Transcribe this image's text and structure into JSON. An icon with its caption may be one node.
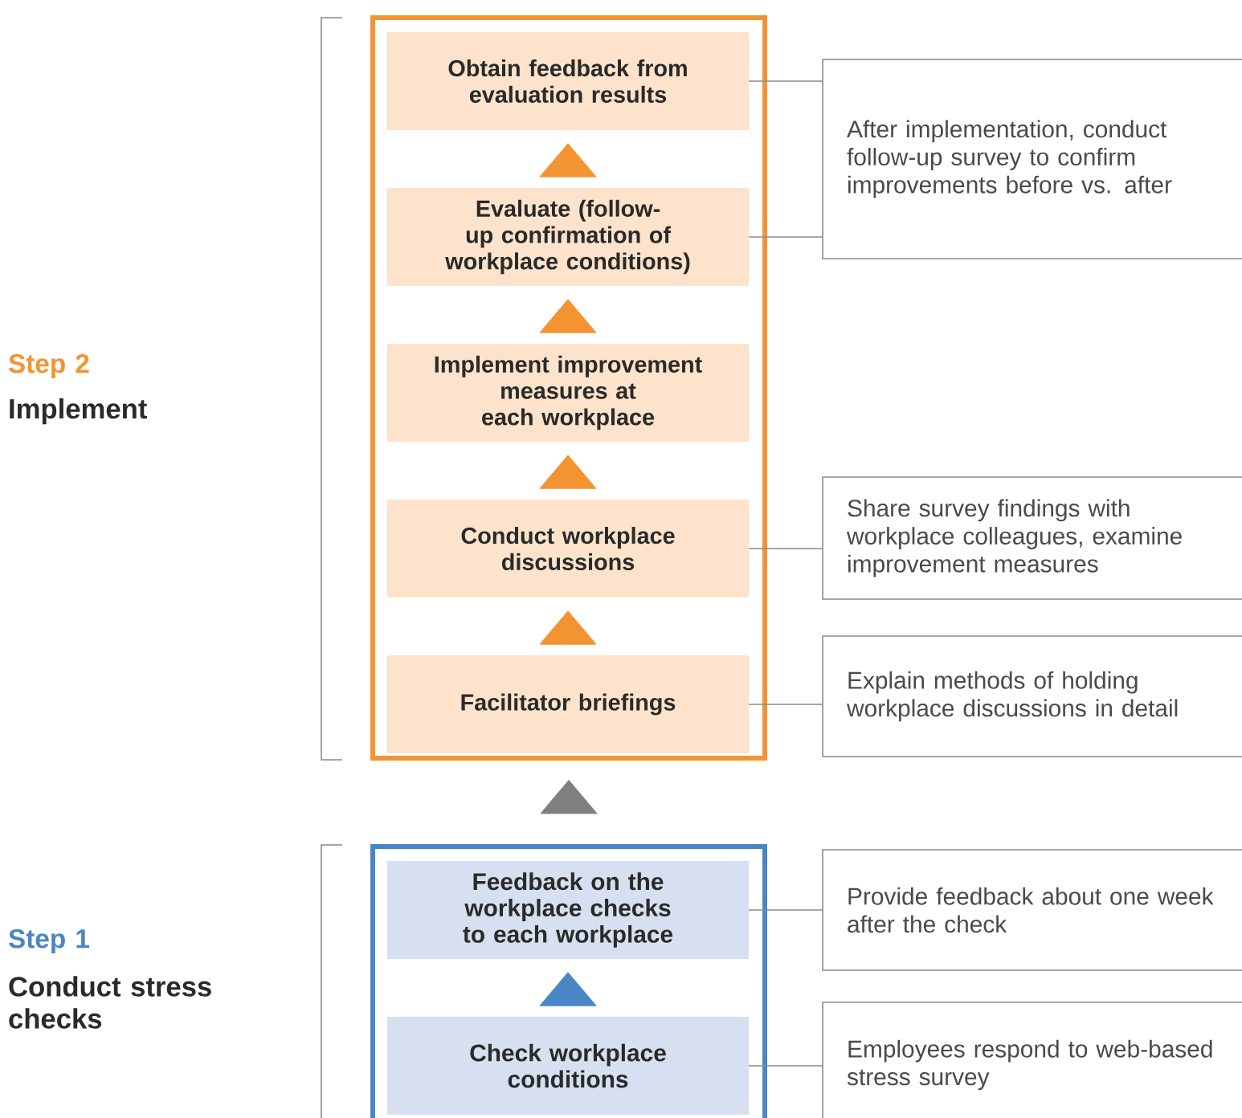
{
  "diagram": {
    "nodes": [
      {
        "text": [],
        "shape": "box"
      },
      {
        "text": [
          "Obtain feedback from evaluation results"
        ],
        "in": 0
      },
      {
        "text": [
          "Evaluate (follow-up confirmation of workplace conditions)"
        ],
        "in": 0
      },
      {
        "text": [
          "Implement improvement measures at each workplace"
        ],
        "in": 0
      },
      {
        "text": [
          "Conduct workplace discussions"
        ],
        "in": 0
      },
      {
        "text": [
          "Facilitator briefings"
        ],
        "in": 0
      },
      {
        "text": [],
        "shape": "box"
      },
      {
        "text": [
          "Feedback on the workplace checks to each workplace"
        ],
        "in": 6
      },
      {
        "text": [
          "Check workplace conditions"
        ],
        "in": 6
      },
      {
        "text": [
          "After implementation, conduct follow-up survey to confirm improvements before vs. after"
        ]
      },
      {
        "text": [
          "Share survey findings with workplace colleagues, examine improvement measures"
        ]
      },
      {
        "text": [
          "Explain methods of holding workplace discussions in detail"
        ]
      },
      {
        "text": [
          "Provide feedback about one week after the check"
        ]
      },
      {
        "text": [
          "Employees respond to web-based stress survey"
        ]
      }
    ],
    "edges": [
      {
        "from": 5,
        "to": 4,
        "arrow": "to",
        "color": "#f39433"
      },
      {
        "from": 4,
        "to": 3,
        "arrow": "to",
        "color": "#f39433"
      },
      {
        "from": 3,
        "to": 2,
        "arrow": "to",
        "color": "#f39433"
      },
      {
        "from": 2,
        "to": 1,
        "arrow": "to",
        "color": "#f39433"
      },
      {
        "from": 6,
        "to": 0,
        "arrow": "to",
        "color": "#808083"
      },
      {
        "from": 8,
        "to": 7,
        "arrow": "to",
        "color": "#4a86c5"
      },
      {
        "from": 1,
        "to": 9,
        "arrow": "none"
      },
      {
        "from": 2,
        "to": 9,
        "arrow": "none"
      },
      {
        "from": 4,
        "to": 10,
        "arrow": "none"
      },
      {
        "from": 5,
        "to": 11,
        "arrow": "none"
      },
      {
        "from": 7,
        "to": 12,
        "arrow": "none"
      },
      {
        "from": 8,
        "to": 13,
        "arrow": "none"
      }
    ],
    "labels": [
      "Step 2",
      "Implement",
      "Step 1",
      "Conduct stress checks"
    ]
  }
}
